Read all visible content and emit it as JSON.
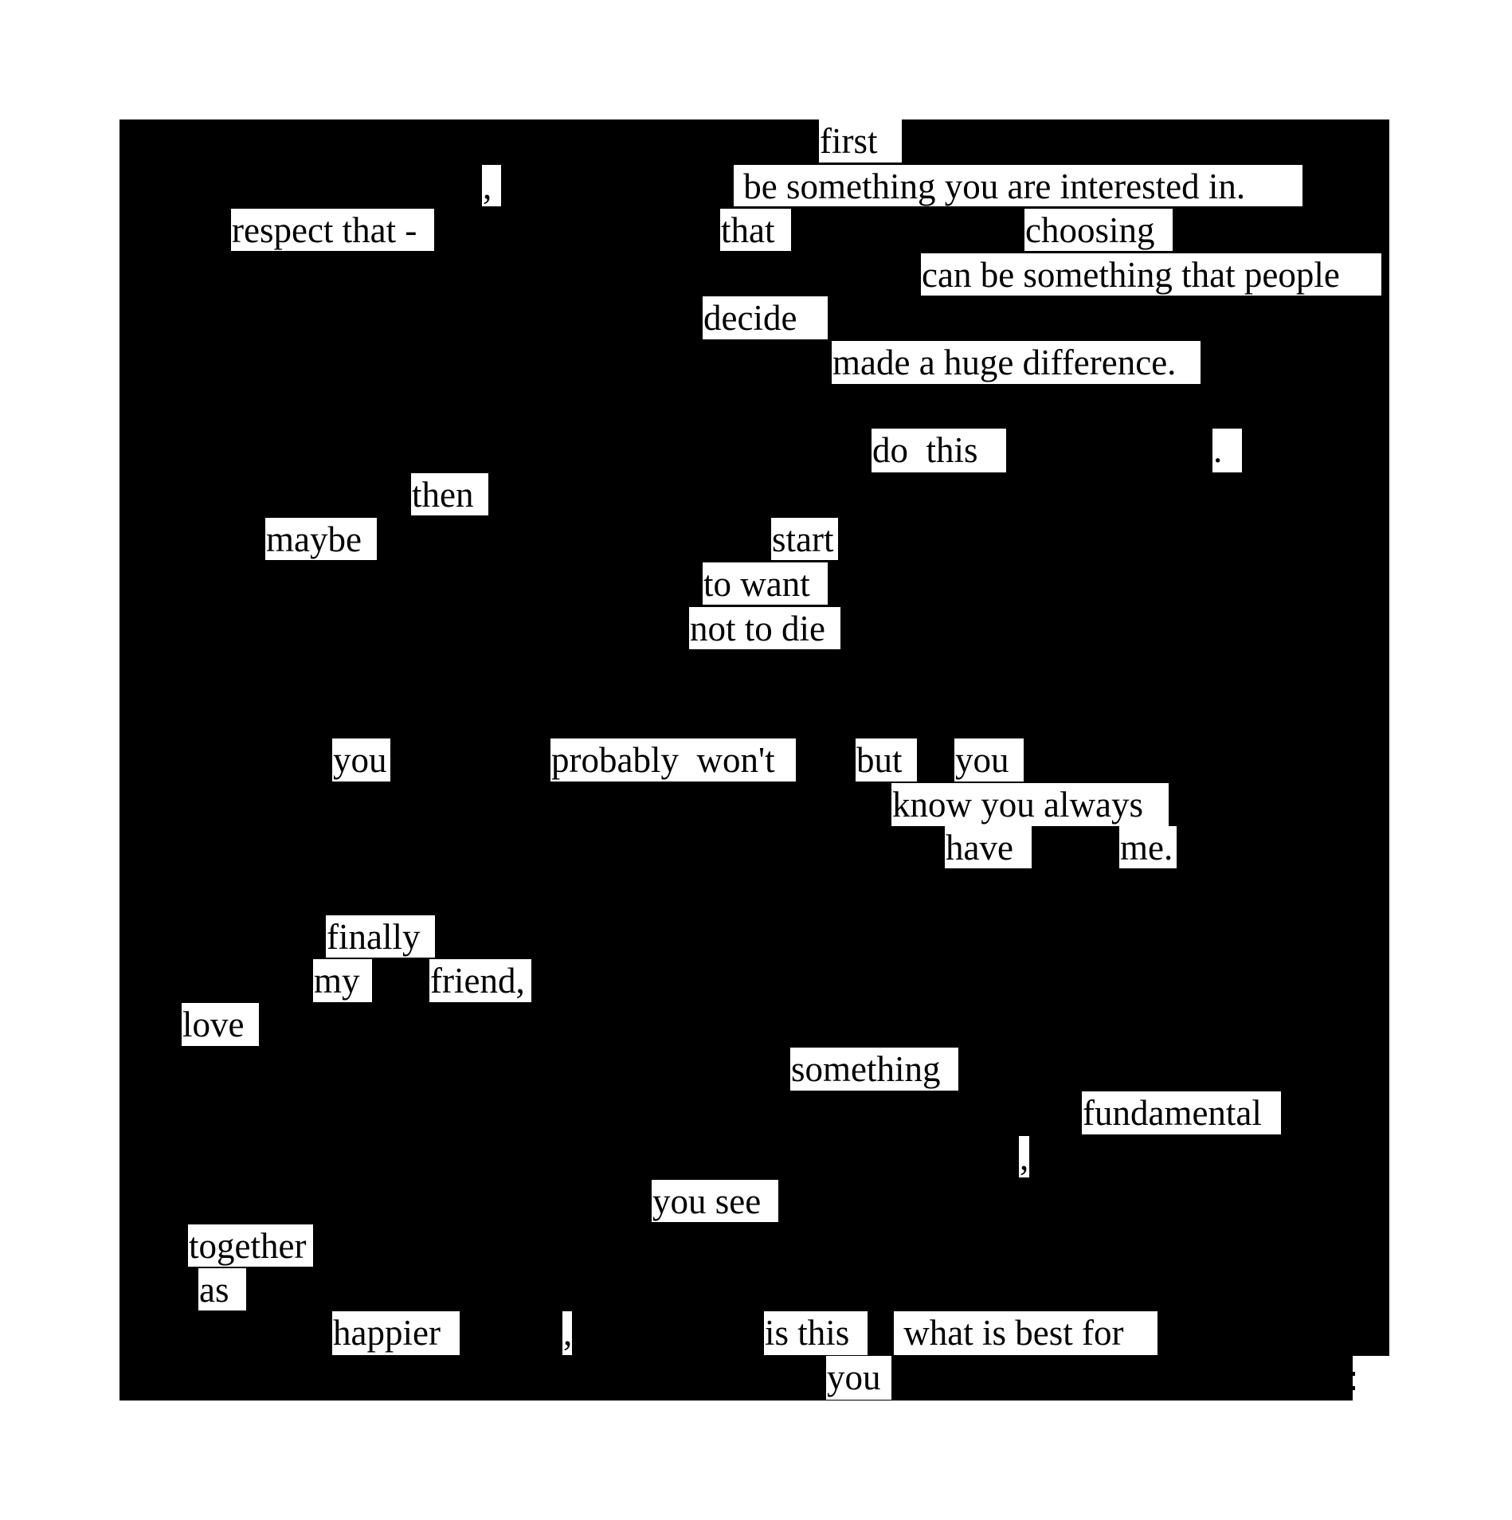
{
  "poem": {
    "words": [
      "first",
      ",",
      " be something you are interested in.",
      "respect that -",
      "that",
      "choosing",
      "can be something that people",
      "decide",
      "made a huge difference.",
      "do  this",
      ".",
      "then",
      "maybe",
      "start",
      "to want",
      "not to die",
      "you",
      "probably  won't",
      "but",
      "you",
      "know you always",
      "have",
      "me.",
      "finally",
      "my",
      "friend,",
      "love",
      "something",
      "fundamental",
      ",",
      "you see",
      "together",
      "as",
      "happier",
      ",",
      "is this",
      " what is best for",
      "you"
    ]
  },
  "colors": {
    "redaction": "#000000",
    "paper": "#ffffff"
  }
}
